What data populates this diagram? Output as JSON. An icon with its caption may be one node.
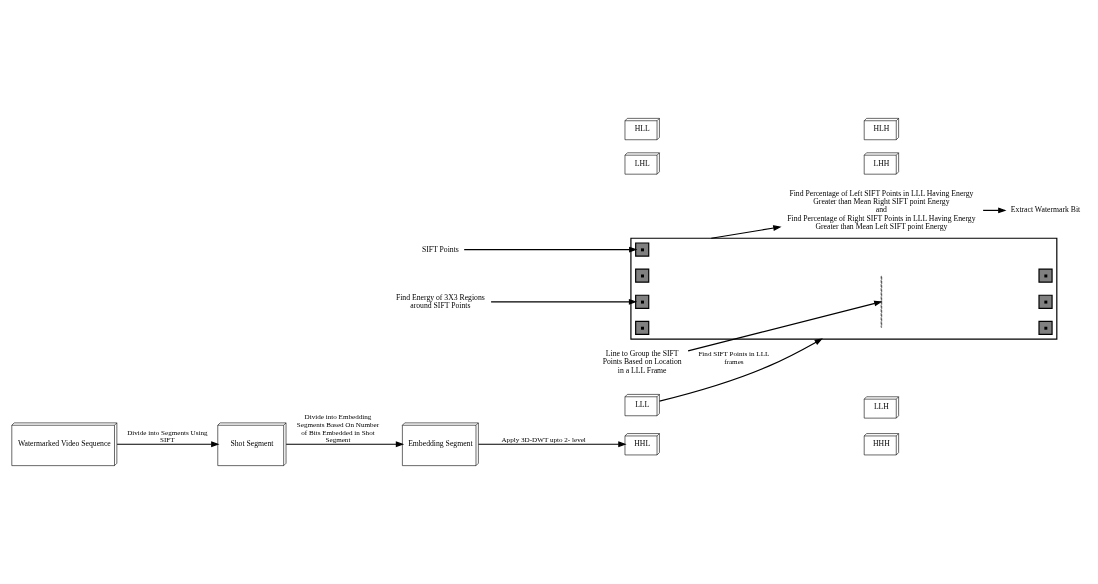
{
  "diagram": {
    "nodes": [
      {
        "text": [
          "Watermarked Video Sequence"
        ]
      },
      {
        "text": [
          "Shot Segment"
        ]
      },
      {
        "text": [
          "Embedding Segment"
        ]
      },
      {
        "text": [
          "LLL"
        ]
      },
      {
        "text": [
          "LLH"
        ]
      },
      {
        "text": [
          "LHL"
        ]
      },
      {
        "text": [
          "LHH"
        ]
      },
      {
        "text": [
          "HLL"
        ]
      },
      {
        "text": [
          "HLH"
        ]
      },
      {
        "text": [
          "HHL"
        ]
      },
      {
        "text": [
          "HHH"
        ]
      },
      {
        "text": [],
        "shape": "box"
      },
      {
        "text": [],
        "shape": "box",
        "in": 11
      },
      {
        "text": [],
        "shape": "box",
        "in": 11
      },
      {
        "text": [],
        "shape": "box",
        "in": 11
      },
      {
        "text": [],
        "shape": "box",
        "in": 11
      },
      {
        "text": [],
        "shape": "bar",
        "in": 11
      },
      {
        "text": [],
        "shape": "box",
        "in": 11
      },
      {
        "text": [],
        "shape": "box",
        "in": 11
      },
      {
        "text": [],
        "shape": "box",
        "in": 11
      },
      {
        "text": [
          "Line to Group the SIFT Points Based on Location in a LLL Frame"
        ]
      },
      {
        "text": [
          "SIFT Points"
        ]
      },
      {
        "text": [
          "Find Energy of 3X3 Regions around SIFT Points"
        ]
      },
      {
        "text": [
          "Find Percentage of Left SIFT Points in LLL Having Energy Greater than Mean Right SIFT point Energy",
          "and",
          "Find Percentage of Right SIFT Points in LLL Having Energy Greater than Mean Left SIFT point Energy"
        ]
      },
      {
        "text": [
          "Extract Watermark Bit"
        ]
      }
    ],
    "edges": [
      {
        "from": 0,
        "to": 1,
        "arrow": "to",
        "label": "Divide into Segments Using SIFT"
      },
      {
        "from": 1,
        "to": 2,
        "arrow": "to",
        "label": "Divide into Embedding Segments Based On Number of Bits Embedded in Shot Segment"
      },
      {
        "from": 2,
        "to": 9,
        "arrow": "to",
        "label": "Apply 3D-DWT upto 2- level"
      },
      {
        "from": 3,
        "to": 11,
        "arrow": "to",
        "label": "Find SIFT Points in LLL frames"
      },
      {
        "from": 20,
        "to": 16,
        "arrow": "to"
      },
      {
        "from": 21,
        "to": 12,
        "arrow": "to"
      },
      {
        "from": 22,
        "to": 14,
        "arrow": "to"
      },
      {
        "from": 11,
        "to": 23,
        "arrow": "to"
      },
      {
        "from": 23,
        "to": 24,
        "arrow": "to"
      }
    ]
  }
}
